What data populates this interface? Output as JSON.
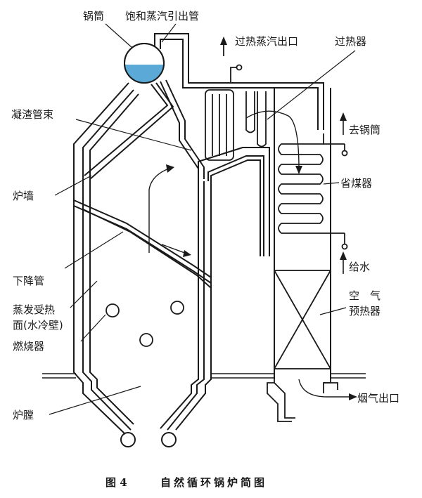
{
  "caption": {
    "figure_no": "图 4",
    "title": "自然循环锅炉简图"
  },
  "labels": {
    "drum": "锅筒",
    "saturated_steam_pipe": "饱和蒸汽引出管",
    "superheated_outlet": "过热蒸汽出口",
    "superheater": "过热器",
    "slag_tube_bundle": "凝渣管束",
    "to_drum": "去锅筒",
    "economizer": "省煤器",
    "furnace_wall": "炉墙",
    "feed_water": "给水",
    "downcomer": "下降管",
    "air_preheater_1": "空　气",
    "air_preheater_2": "预热器",
    "evaporator_1": "蒸发受热",
    "evaporator_2": "面(水冷壁)",
    "burner": "燃烧器",
    "flue_gas_outlet": "烟气出口",
    "furnace_chamber": "炉膛"
  },
  "colors": {
    "ink": "#1a1a1a",
    "water": "#5aa9d6",
    "paper": "#ffffff"
  }
}
